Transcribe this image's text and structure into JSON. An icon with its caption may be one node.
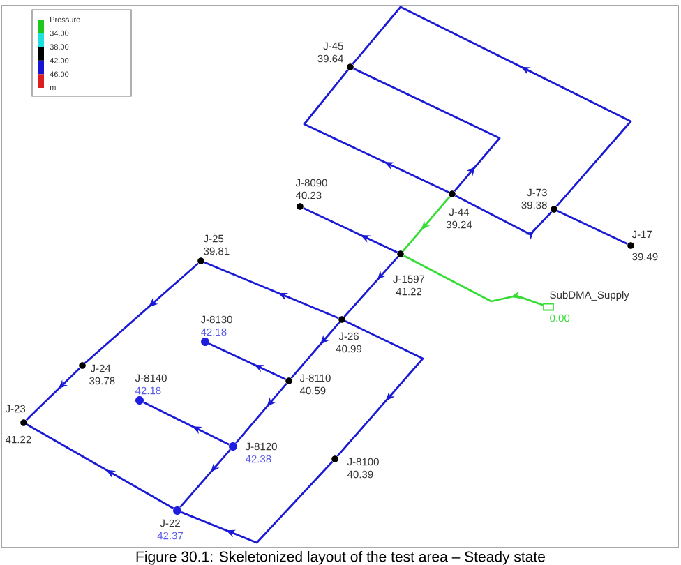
{
  "diagram": {
    "caption": "Figure 30.1: Skeletonized layout of the test area – Steady state",
    "nodes": [
      {
        "text": [
          "J-45",
          "39.64"
        ]
      },
      {
        "text": [
          "J-44",
          "39.24"
        ]
      },
      {
        "text": [
          "J-73",
          "39.38"
        ]
      },
      {
        "text": [
          "J-8090",
          "40.23"
        ]
      },
      {
        "text": [
          "J-17",
          "39.49"
        ]
      },
      {
        "text": [
          "J-1597",
          "41.22"
        ]
      },
      {
        "text": [
          "J-25",
          "39.81"
        ]
      },
      {
        "text": [
          "SubDMA_Supply",
          "0.00"
        ]
      },
      {
        "text": [
          "J-26",
          "40.99"
        ]
      },
      {
        "text": [
          "J-8130",
          "42.18"
        ]
      },
      {
        "text": [
          "J-24",
          "39.78"
        ]
      },
      {
        "text": [
          "J-8110",
          "40.59"
        ]
      },
      {
        "text": [
          "J-8140",
          "42.18"
        ]
      },
      {
        "text": [
          "J-23",
          "41.22"
        ]
      },
      {
        "text": [
          "J-8120",
          "42.38"
        ]
      },
      {
        "text": [
          "J-8100",
          "40.39"
        ]
      },
      {
        "text": [
          "J-22",
          "42.37"
        ]
      }
    ],
    "edges": [
      {
        "from": 2,
        "to": 0,
        "arrow": "to"
      },
      {
        "from": 1,
        "to": 0,
        "arrow": "to"
      },
      {
        "from": 1,
        "to": 0,
        "arrow": "to"
      },
      {
        "from": 1,
        "to": 2,
        "arrow": "to"
      },
      {
        "from": 2,
        "to": 4,
        "arrow": "none"
      },
      {
        "from": 1,
        "to": 5,
        "arrow": "to",
        "color": "#33dd33"
      },
      {
        "from": 5,
        "to": 3,
        "arrow": "to"
      },
      {
        "from": 7,
        "to": 5,
        "arrow": "to",
        "color": "#33dd33"
      },
      {
        "from": 5,
        "to": 8,
        "arrow": "to"
      },
      {
        "from": 8,
        "to": 6,
        "arrow": "to"
      },
      {
        "from": 8,
        "to": 11,
        "arrow": "to"
      },
      {
        "from": 8,
        "to": 15,
        "arrow": "to"
      },
      {
        "from": 6,
        "to": 10,
        "arrow": "to"
      },
      {
        "from": 10,
        "to": 13,
        "arrow": "to"
      },
      {
        "from": 11,
        "to": 9,
        "arrow": "to"
      },
      {
        "from": 11,
        "to": 14,
        "arrow": "to"
      },
      {
        "from": 14,
        "to": 12,
        "arrow": "to"
      },
      {
        "from": 14,
        "to": 16,
        "arrow": "to"
      },
      {
        "from": 15,
        "to": 16,
        "arrow": "to"
      },
      {
        "from": 16,
        "to": 13,
        "arrow": "to"
      }
    ],
    "labels": [
      "Pressure"
    ],
    "legend": [
      {
        "text": "34.00",
        "color": "#1ec81e"
      },
      {
        "text": "38.00",
        "color": "#1ee0e0"
      },
      {
        "text": "42.00",
        "color": "#000000"
      },
      {
        "text": "46.00",
        "color": "#1414d2"
      },
      {
        "text": "m",
        "color": "#dc1e1e"
      }
    ]
  }
}
